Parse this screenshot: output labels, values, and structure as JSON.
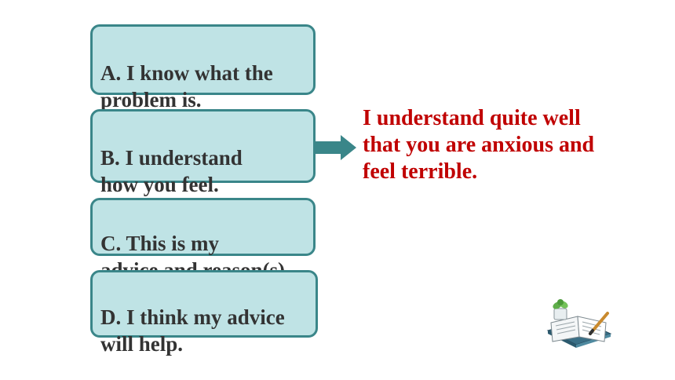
{
  "steps": [
    {
      "text": "A. I know what the\nproblem is."
    },
    {
      "text": "B. I understand\nhow you feel."
    },
    {
      "text": "C. This is  my\nadvice and reason(s)"
    },
    {
      "text": "D. I think my advice\nwill help."
    }
  ],
  "answer": {
    "text": "I understand quite well\nthat you are anxious and\nfeel terrible."
  },
  "colors": {
    "card_fill": "#bfe3e5",
    "card_border": "#3a8689",
    "arrow": "#3a8689",
    "answer_text": "#c00000"
  },
  "icons": {
    "arrow": "arrow-right-icon",
    "decoration": "book-with-plant-icon"
  }
}
